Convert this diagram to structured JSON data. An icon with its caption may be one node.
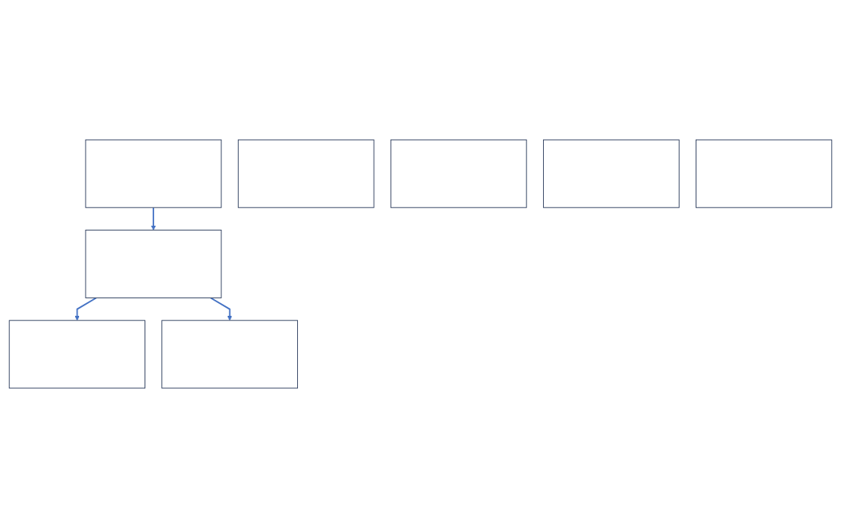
{
  "diagram": {
    "nodes": [
      {
        "text": [],
        "shape": "box"
      },
      {
        "text": [],
        "shape": "box"
      },
      {
        "text": [],
        "shape": "box"
      },
      {
        "text": [],
        "shape": "box"
      },
      {
        "text": [],
        "shape": "box"
      },
      {
        "text": [],
        "shape": "box"
      },
      {
        "text": [],
        "shape": "box"
      },
      {
        "text": [],
        "shape": "box"
      }
    ],
    "edges": [
      {
        "from": 0,
        "to": 1,
        "arrow": "to"
      },
      {
        "from": 1,
        "to": 3,
        "arrow": "to"
      },
      {
        "from": 1,
        "to": 6,
        "arrow": "to"
      }
    ]
  }
}
